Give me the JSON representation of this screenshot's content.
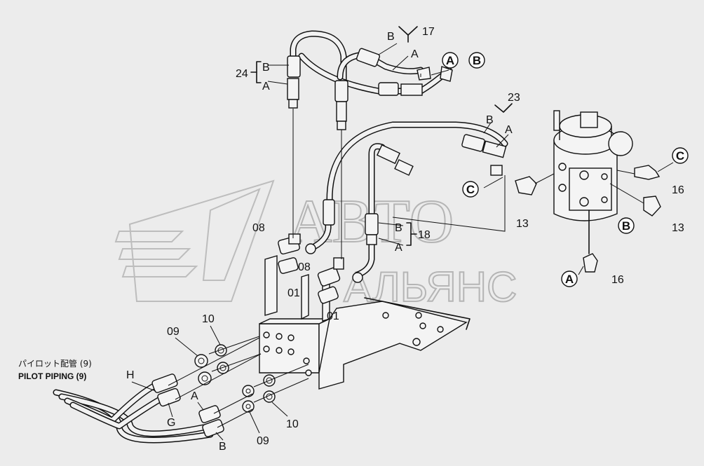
{
  "watermark": {
    "line1": "АВТО",
    "line2": "АЛЬЯНС"
  },
  "caption": {
    "jp": "パイロット配管 (9)",
    "en": "PILOT PIPING (9)"
  },
  "callouts": {
    "c24": "24",
    "c17": "17",
    "c23": "23",
    "c18": "18",
    "c13a": "13",
    "c13b": "13",
    "c16a": "16",
    "c16b": "16",
    "c08a": "08",
    "c08b": "08",
    "c01a": "01",
    "c01b": "01",
    "c09a": "09",
    "c09b": "09",
    "c10a": "10",
    "c10b": "10"
  },
  "end_labels": {
    "b24": "B",
    "a24": "A",
    "b17": "B",
    "a17": "A",
    "b23": "B",
    "a23": "A",
    "b18": "B",
    "a18": "A",
    "h": "H",
    "g": "G",
    "a_low": "A",
    "b_low": "B"
  },
  "port_markers": {
    "top_a": "A",
    "top_b": "B",
    "c_mid": "C",
    "c_right": "C",
    "b_right": "B",
    "a_right": "A"
  },
  "icons": [
    "swivel-joint",
    "hydraulic-hose",
    "elbow-fitting",
    "port-circle"
  ]
}
